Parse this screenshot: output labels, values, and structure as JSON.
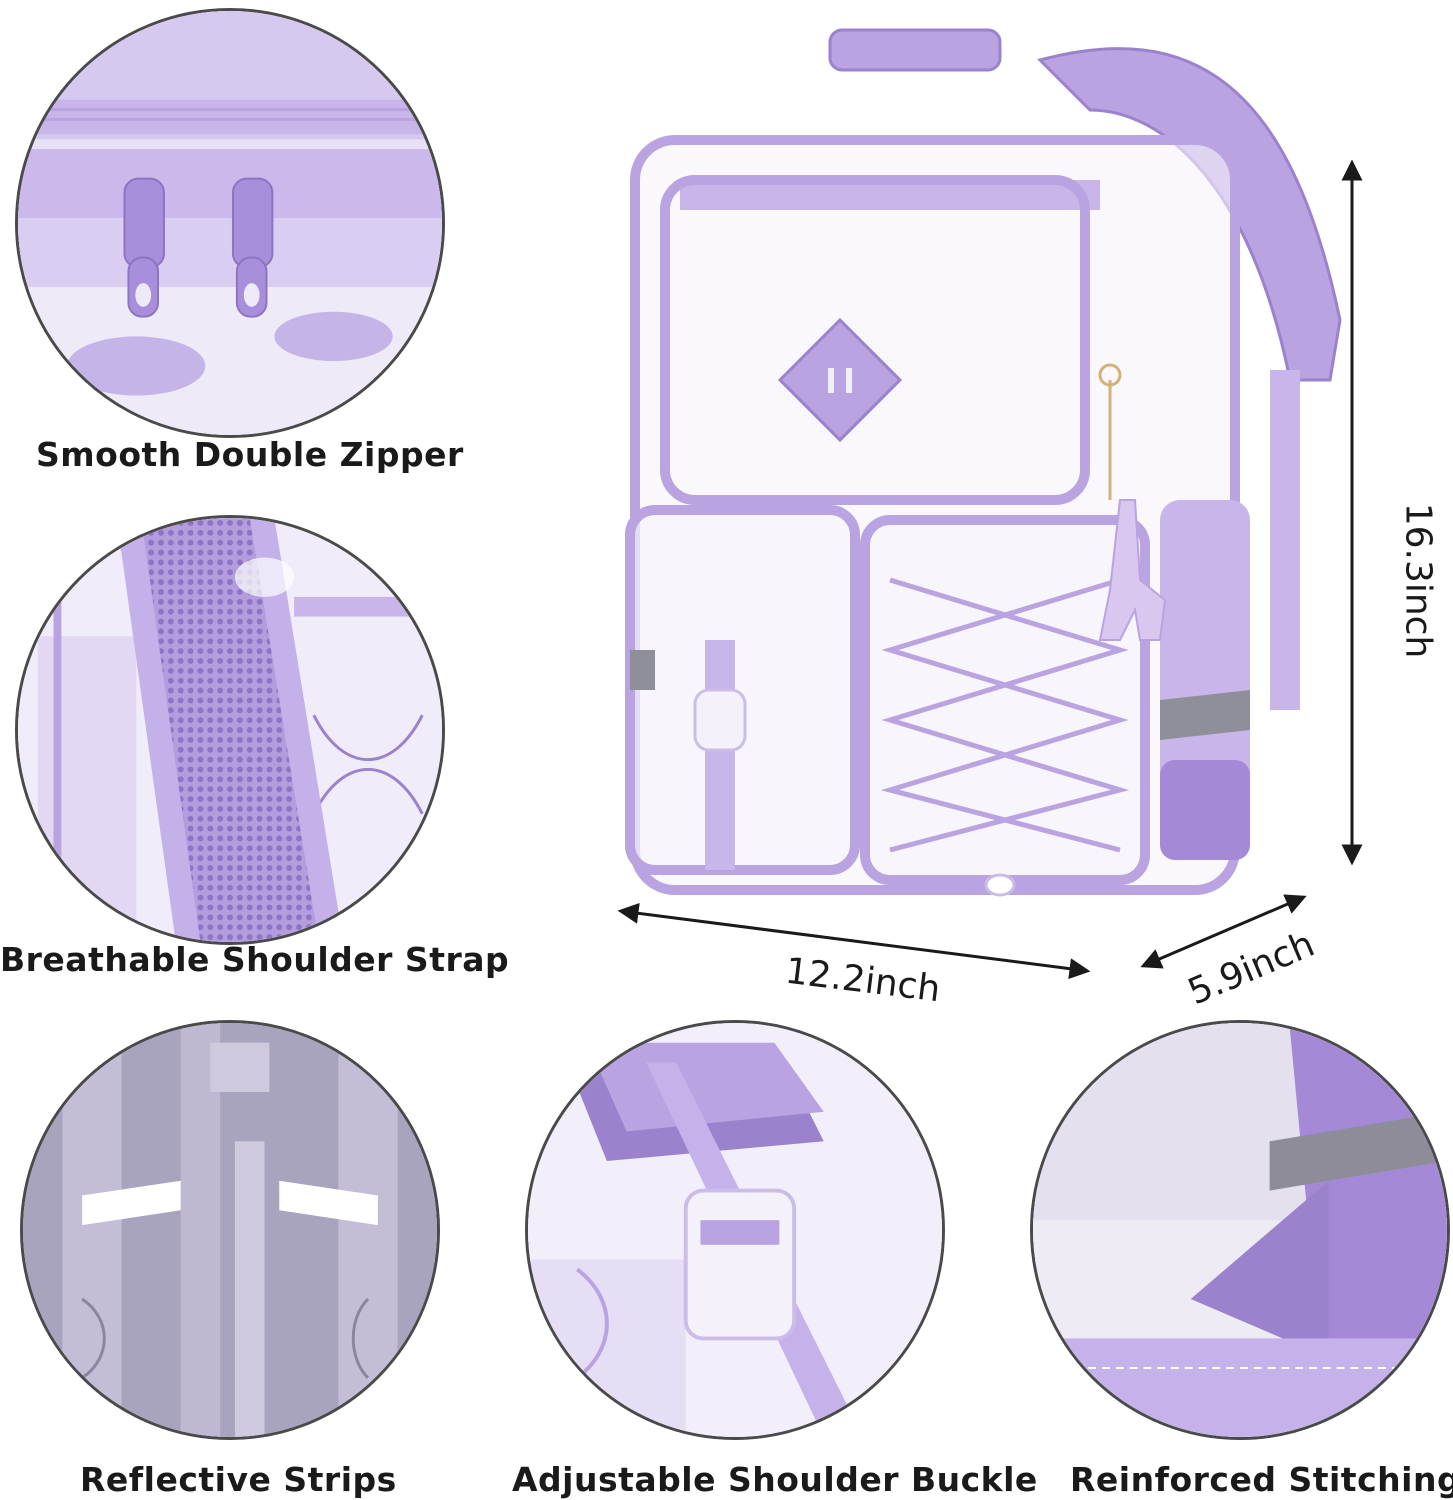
{
  "captions": {
    "zipper": "Smooth Double Zipper",
    "strap": "Breathable Shoulder Strap",
    "reflective": "Reflective Strips",
    "buckle": "Adjustable Shoulder Buckle",
    "stitching": "Reinforced Stitching"
  },
  "dimensions": {
    "height": "16.3inch",
    "width": "12.2inch",
    "depth": "5.9inch"
  },
  "colors": {
    "lavender": "#b9a3e0",
    "lavender_dark": "#9b82cc",
    "lavender_light": "#dcd0f3",
    "reflective_grey": "#8f8f99",
    "outline": "#4a4a4a"
  }
}
